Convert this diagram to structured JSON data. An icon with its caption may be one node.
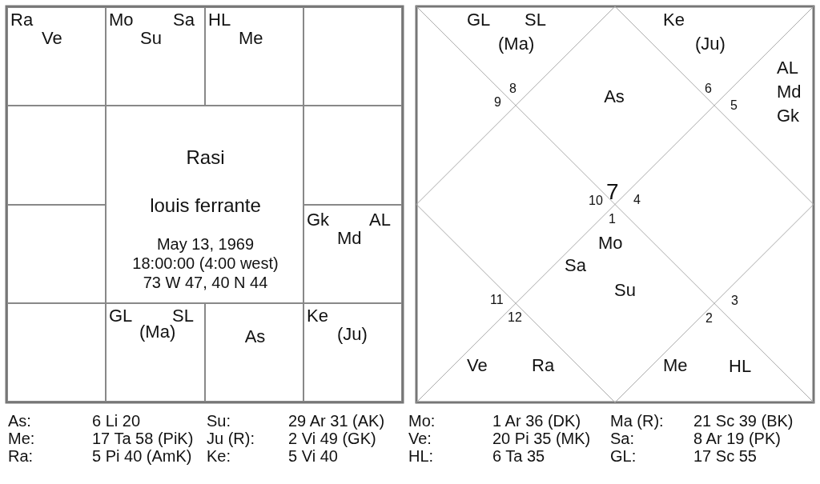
{
  "diagram": {
    "nodes": [
      {
        "text": [
          "Ra",
          "Ve"
        ]
      },
      {
        "text": [
          "Mo",
          "Sa",
          "Su"
        ]
      },
      {
        "text": [
          "HL",
          "Me"
        ]
      },
      {
        "text": [],
        "shape": "box"
      },
      {
        "text": [],
        "shape": "box"
      },
      {
        "text": [
          "Rasi",
          "louis ferrante",
          "May 13, 1969 18:00:00 (4:00 west) 73 W 47, 40 N 44"
        ]
      },
      {
        "text": [],
        "shape": "box"
      },
      {
        "text": [],
        "shape": "box"
      },
      {
        "text": [
          "Gk",
          "AL",
          "Md"
        ]
      },
      {
        "text": [],
        "shape": "box"
      },
      {
        "text": [
          "GL",
          "SL",
          "(Ma)"
        ]
      },
      {
        "text": [
          "As"
        ]
      },
      {
        "text": [
          "Ke",
          "(Ju)"
        ]
      }
    ],
    "labels": [
      "GL",
      "SL",
      "Ke",
      "(Ma)",
      "(Ju)",
      "AL",
      "8",
      "6",
      "Md",
      "9",
      "As",
      "5",
      "Gk",
      "10",
      "7",
      "4",
      "1",
      "Mo",
      "Sa",
      "Su",
      "11",
      "3",
      "12",
      "2",
      "Ve",
      "Ra",
      "Me",
      "HL",
      "As:",
      "6 Li 20",
      "Su:",
      "29 Ar 31 (AK)",
      "Mo:",
      "1 Ar 36 (DK)",
      "Ma (R):",
      "21 Sc 39 (BK)",
      "Me:",
      "17 Ta 58 (PiK)",
      "Ju (R):",
      "2 Vi 49 (GK)",
      "Ve:",
      "20 Pi 35 (MK)",
      "Sa:",
      "8 Ar 19 (PK)",
      "Ra:",
      "5 Pi 40 (AmK)",
      "Ke:",
      "5 Vi 40",
      "HL:",
      "6 Ta 35",
      "GL:",
      "17 Sc 55"
    ]
  }
}
